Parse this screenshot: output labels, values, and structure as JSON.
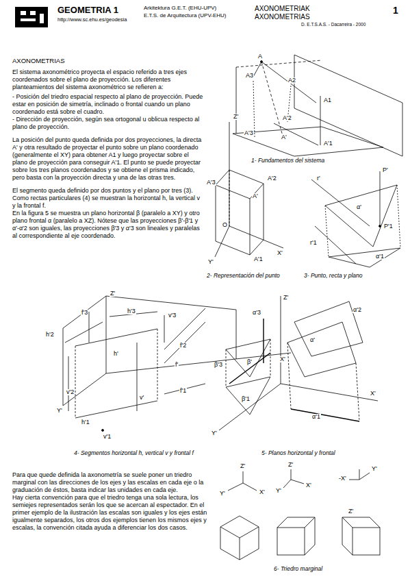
{
  "diagram": {
    "title": "AXONOMETRIAS",
    "labels": [
      "GEOMETRIA 1",
      "http://www.sc.ehu.es/geodesia",
      "Arkitektura G.E.T. (EHU-UPV)",
      "E.T.S. de Arquitectura (UPV-EHU)",
      "AXONOMETRIAK",
      "AXONOMETRIAS",
      "1",
      "D. E.T.S.A.S. - Dacarreira - 2000",
      "El sistema axonométrico proyecta el espacio referido a tres ejes coordenados sobre el plano de proyección. Los diferentes planteamientos del sistema axonométrico se refieren a:",
      "- Posición del triedro espacial respecto al plano de proyección. Puede estar en posición de simetría, inclinado o frontal cuando un plano coordenado está sobre el cuadro.",
      "- Dirección de proyección, según sea ortogonal u oblicua respecto al plano de proyección.",
      "La posición del punto queda definida por dos proyecciones, la directa A' y otra resultado de proyectar el punto sobre un plano coordenado (generalmente el XY) para obtener A1 y luego proyectar sobre el plano de proyección para conseguir A'1. El punto se puede proyectar sobre los tres planos coordenados y se obtiene el prisma indicado, pero basta con la proyección directa y una de las otras tres.",
      "El segmento queda definido por dos puntos y el plano por tres (3).",
      "Como rectas particulares (4) se muestran la horizontal h, la vertical v y la frontal f.",
      "En la figura 5 se muestra un plano horizontal β (paralelo a XY) y otro plano frontal α (paralelo a XZ). Nótese que las proyecciones β'-β'1 y α'-α'2 son iguales, las proyecciones β'3 y α'3 son lineales y paralelas al correspondiente al eje coordenado.",
      "Para que quede definida la axonometría se suele poner un triedro marginal con las direcciones de los ejes y las escalas en cada eje o la graduación de éstos, basta indicar las unidades en cada eje.",
      "Hay cierta convención para que el triedro tenga una sola lectura, los semiejes representados serán los que se acercan al espectador. En el primer ejemplo de la ilustración las escalas son iguales y los ejes están igualmente separados, los otros dos ejemplos tienen los mismos ejes y escalas, la convención citada ayuda a diferenciar los dos casos.",
      "1- Fundamentos del sistema",
      "2- Representación del punto",
      "3- Punto, recta y plano",
      "4- Segmentos horizontal h, vertical v y frontal f",
      "5- Planos horizontal y frontal",
      "6- Triedro marginal",
      "A",
      "A3",
      "A2",
      "A1",
      "A'2",
      "A'3",
      "A'",
      "A'1",
      "Z'",
      "A'3",
      "A'2",
      "A'",
      "O",
      "X'",
      "Y'",
      "A'1",
      "r'",
      "P'",
      "α'",
      "r'1",
      "P'1",
      "α'1",
      "Z'",
      "f'3",
      "h'3",
      "v'3",
      "h'2",
      "f'2",
      "h'",
      "v'",
      "f'",
      "f'1",
      "X'",
      "v'2",
      "Y'",
      "h'1",
      "v'1",
      "Z'",
      "α'3",
      "α'2",
      "α'",
      "β'3",
      "β'",
      "β'1",
      "Y'",
      "α'1",
      "X'",
      "Z'",
      "Y'",
      "X'",
      "Z'",
      "Y'",
      "X'",
      "-X'",
      "Y'",
      "Z'"
    ]
  }
}
